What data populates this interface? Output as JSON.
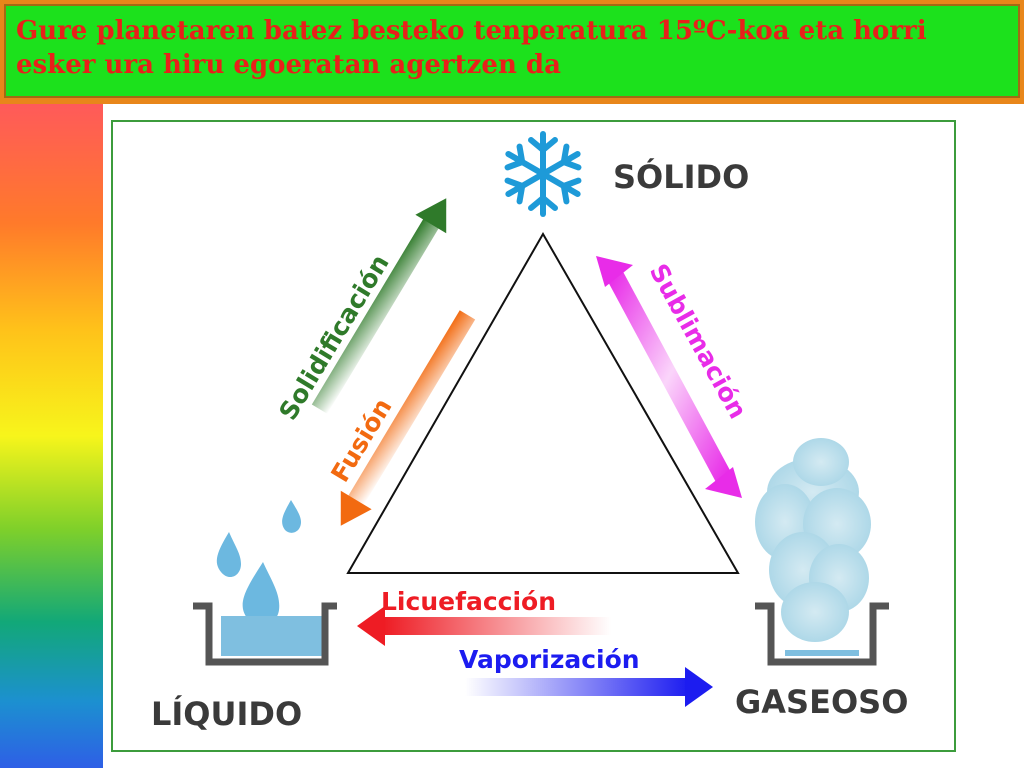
{
  "title": "Gure planetaren batez besteko tenperatura 15ºC-koa eta horri esker ura hiru egoeratan agertzen da",
  "colors": {
    "banner_bg": "#1ce11c",
    "banner_border": "#e8861a",
    "title_text": "#e8201a",
    "solidificacion": "#2f7a2a",
    "fusion": "#f26a10",
    "sublimacion": "#e82ce8",
    "licuefaccion": "#ee1c24",
    "vaporizacion": "#1c1cf0",
    "water": "#7fbfe0"
  },
  "diagram": {
    "states": {
      "solid": "SÓLIDO",
      "liquid": "LÍQUIDO",
      "gas": "GASEOSO"
    },
    "transitions": {
      "solidificacion": "Solidificación",
      "fusion": "Fusión",
      "sublimacion": "Sublimación",
      "licuefaccion": "Licuefacción",
      "vaporizacion": "Vaporización"
    },
    "icons": [
      "snowflake-icon",
      "water-drops-icon",
      "water-container-icon",
      "steam-cloud-icon",
      "empty-container-icon"
    ]
  }
}
